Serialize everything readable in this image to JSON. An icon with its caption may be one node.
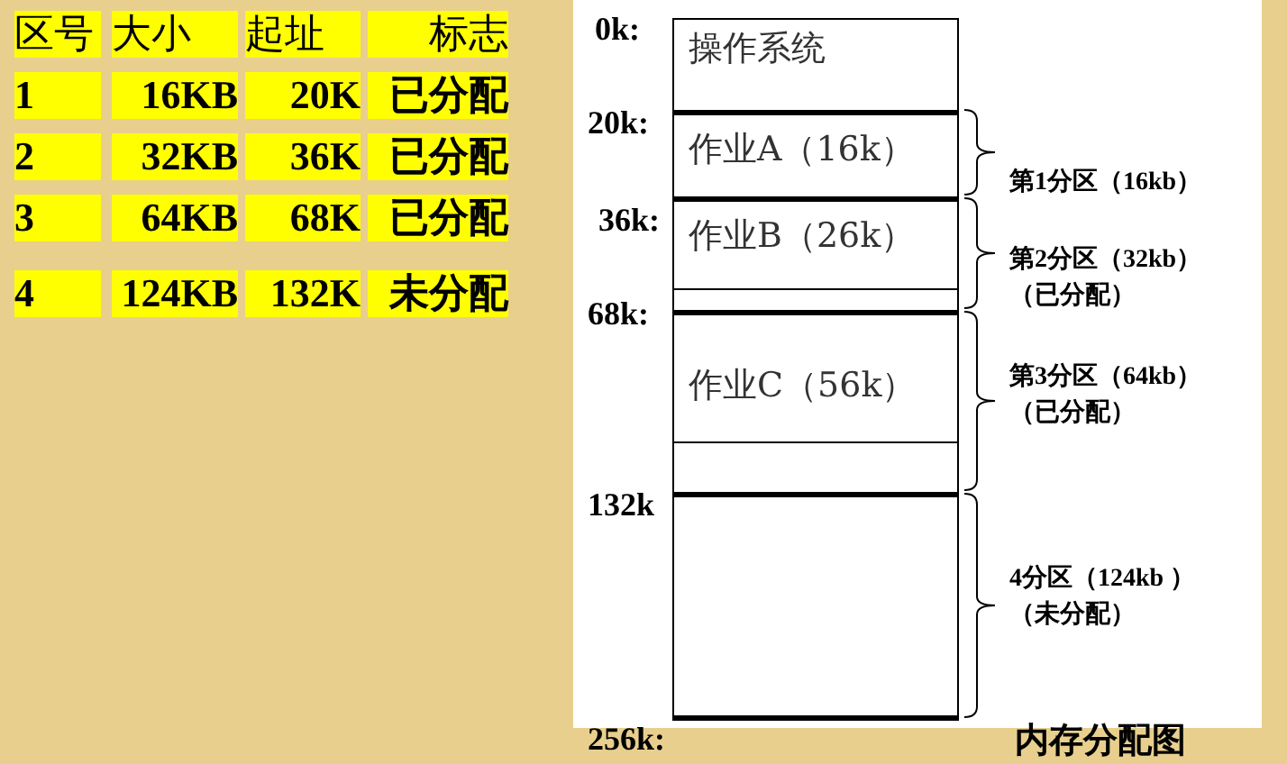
{
  "diagram": {
    "caption": "内存分配图",
    "nodes": [
      {
        "text": [
          "操作系统"
        ]
      },
      {
        "text": [
          "作业A（16k）"
        ]
      },
      {
        "text": [
          "作业B（26k）"
        ]
      },
      {
        "text": [],
        "shape": "box"
      },
      {
        "text": [
          "作业C（56k）"
        ]
      },
      {
        "text": [],
        "shape": "box"
      },
      {
        "text": [],
        "shape": "box"
      }
    ],
    "labels": [
      "区号",
      "大小",
      "起址",
      "标志",
      "1",
      "16KB",
      "20K",
      "已分配",
      "2",
      "32KB",
      "36K",
      "已分配",
      "3",
      "64KB",
      "68K",
      "已分配",
      "4",
      "124KB",
      "132K",
      "未分配",
      "0k:",
      "20k:",
      "36k:",
      "68k:",
      "132k",
      "256k:",
      "第1分区（16kb）",
      "第2分区（32kb）（已分配）",
      "第3分区（64kb）（已分配）",
      "4分区（124kb ）（未分配）"
    ]
  }
}
